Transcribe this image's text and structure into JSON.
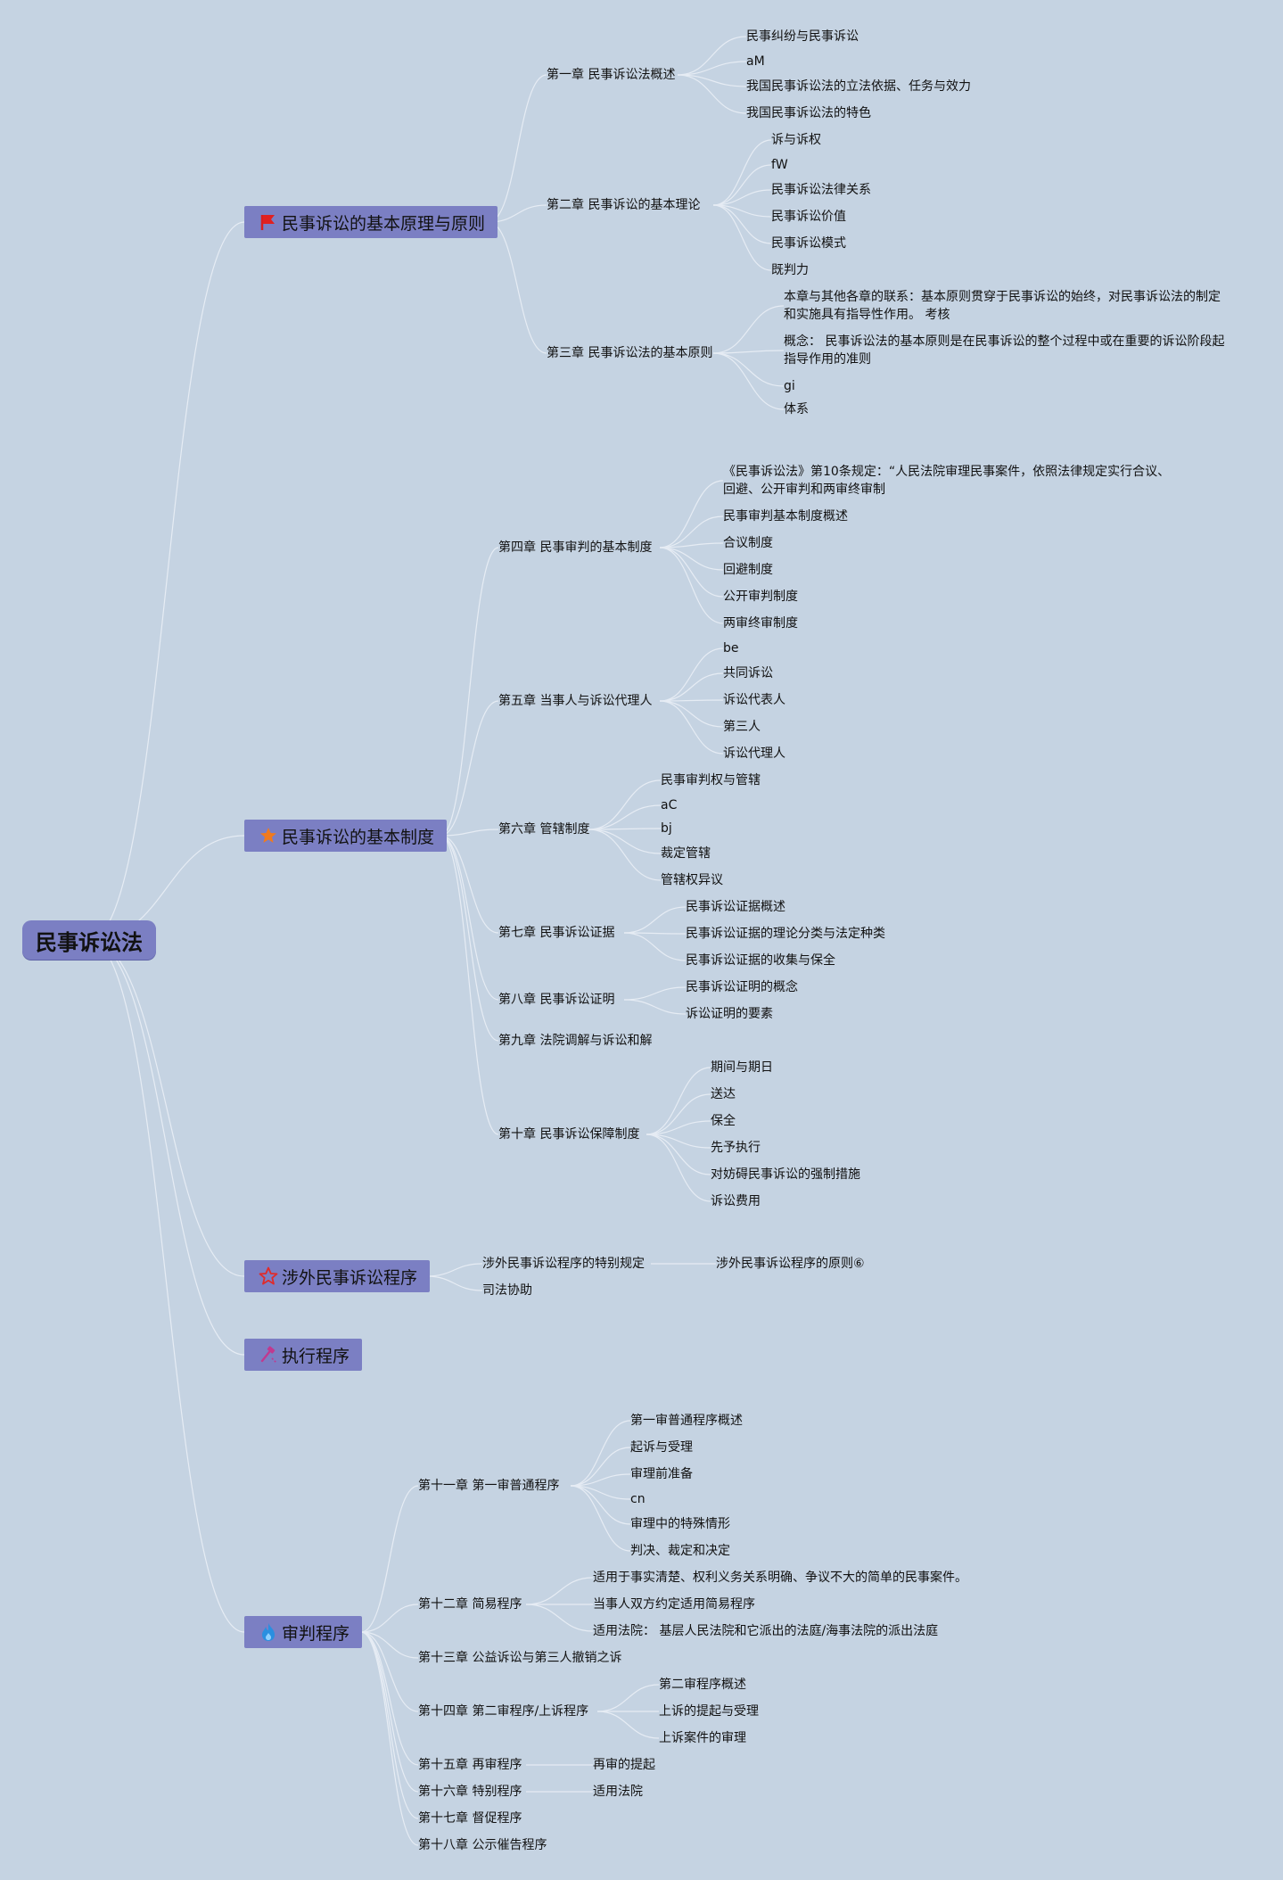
{
  "root": {
    "label": "民事诉讼法"
  },
  "branches": {
    "b1": {
      "label": "民事诉讼的基本原理与原则",
      "icon": "red-flag-icon",
      "chapters": {
        "c1": {
          "label": "第一章 民事诉讼法概述",
          "items": [
            "民事纠纷与民事诉讼",
            "aM",
            "我国民事诉讼法的立法依据、任务与效力",
            "我国民事诉讼法的特色"
          ]
        },
        "c2": {
          "label": "第二章 民事诉讼的基本理论",
          "items": [
            "诉与诉权",
            "fW",
            "民事诉讼法律关系",
            "民事诉讼价值",
            "民事诉讼模式",
            "既判力"
          ]
        },
        "c3": {
          "label": "第三章 民事诉讼法的基本原则",
          "items": [
            "本章与其他各章的联系：基本原则贯穿于民事诉讼的始终，对民事诉讼法的制定和实施具有指导性作用。 考核",
            "概念： 民事诉讼法的基本原则是在民事诉讼的整个过程中或在重要的诉讼阶段起指导作用的准则",
            "gi",
            "体系"
          ]
        }
      }
    },
    "b2": {
      "label": "民事诉讼的基本制度",
      "icon": "orange-star-icon",
      "chapters": {
        "c4": {
          "label": "第四章 民事审判的基本制度",
          "items": [
            "《民事诉讼法》第10条规定：“人民法院审理民事案件，依照法律规定实行合议、回避、公开审判和两审终审制",
            "民事审判基本制度概述",
            "合议制度",
            "回避制度",
            "公开审判制度",
            "两审终审制度"
          ]
        },
        "c5": {
          "label": "第五章 当事人与诉讼代理人",
          "items": [
            "be",
            "共同诉讼",
            "诉讼代表人",
            "第三人",
            "诉讼代理人"
          ]
        },
        "c6": {
          "label": "第六章 管辖制度",
          "items": [
            "民事审判权与管辖",
            "aC",
            "bj",
            "裁定管辖",
            "管辖权异议"
          ]
        },
        "c7": {
          "label": "第七章 民事诉讼证据",
          "items": [
            "民事诉讼证据概述",
            "民事诉讼证据的理论分类与法定种类",
            "民事诉讼证据的收集与保全"
          ]
        },
        "c8": {
          "label": "第八章 民事诉讼证明",
          "items": [
            "民事诉讼证明的概念",
            "诉讼证明的要素"
          ]
        },
        "c9": {
          "label": "第九章 法院调解与诉讼和解"
        },
        "c10": {
          "label": "第十章 民事诉讼保障制度",
          "items": [
            "期间与期日",
            "送达",
            "保全",
            "先予执行",
            "对妨碍民事诉讼的强制措施",
            "诉讼费用"
          ]
        }
      }
    },
    "b3": {
      "label": "涉外民事诉讼程序",
      "icon": "star-outline-icon",
      "chapters": {
        "s1": {
          "label": "涉外民事诉讼程序的特别规定",
          "items": [
            "涉外民事诉讼程序的原则⑥"
          ]
        },
        "s2": {
          "label": "司法协助"
        }
      }
    },
    "b4": {
      "label": "执行程序",
      "icon": "hammer-icon"
    },
    "b5": {
      "label": "审判程序",
      "icon": "flame-icon",
      "chapters": {
        "c11": {
          "label": "第十一章 第一审普通程序",
          "items": [
            "第一审普通程序概述",
            "起诉与受理",
            "审理前准备",
            "cn",
            "审理中的特殊情形",
            "判决、裁定和决定"
          ]
        },
        "c12": {
          "label": "第十二章 简易程序",
          "items": [
            "适用于事实清楚、权利义务关系明确、争议不大的简单的民事案件。",
            "当事人双方约定适用简易程序",
            "适用法院： 基层人民法院和它派出的法庭/海事法院的派出法庭"
          ]
        },
        "c13": {
          "label": "第十三章 公益诉讼与第三人撤销之诉"
        },
        "c14": {
          "label": "第十四章 第二审程序/上诉程序",
          "items": [
            "第二审程序概述",
            "上诉的提起与受理",
            "上诉案件的审理"
          ]
        },
        "c15": {
          "label": "第十五章 再审程序",
          "items": [
            "再审的提起"
          ]
        },
        "c16": {
          "label": "第十六章 特别程序",
          "items": [
            "适用法院"
          ]
        },
        "c17": {
          "label": "第十七章 督促程序"
        },
        "c18": {
          "label": "第十八章 公示催告程序"
        }
      }
    }
  },
  "colors": {
    "background": "#c5d3e2",
    "node_fill": "#7b7fc3",
    "connector": "#e6ecf4"
  }
}
